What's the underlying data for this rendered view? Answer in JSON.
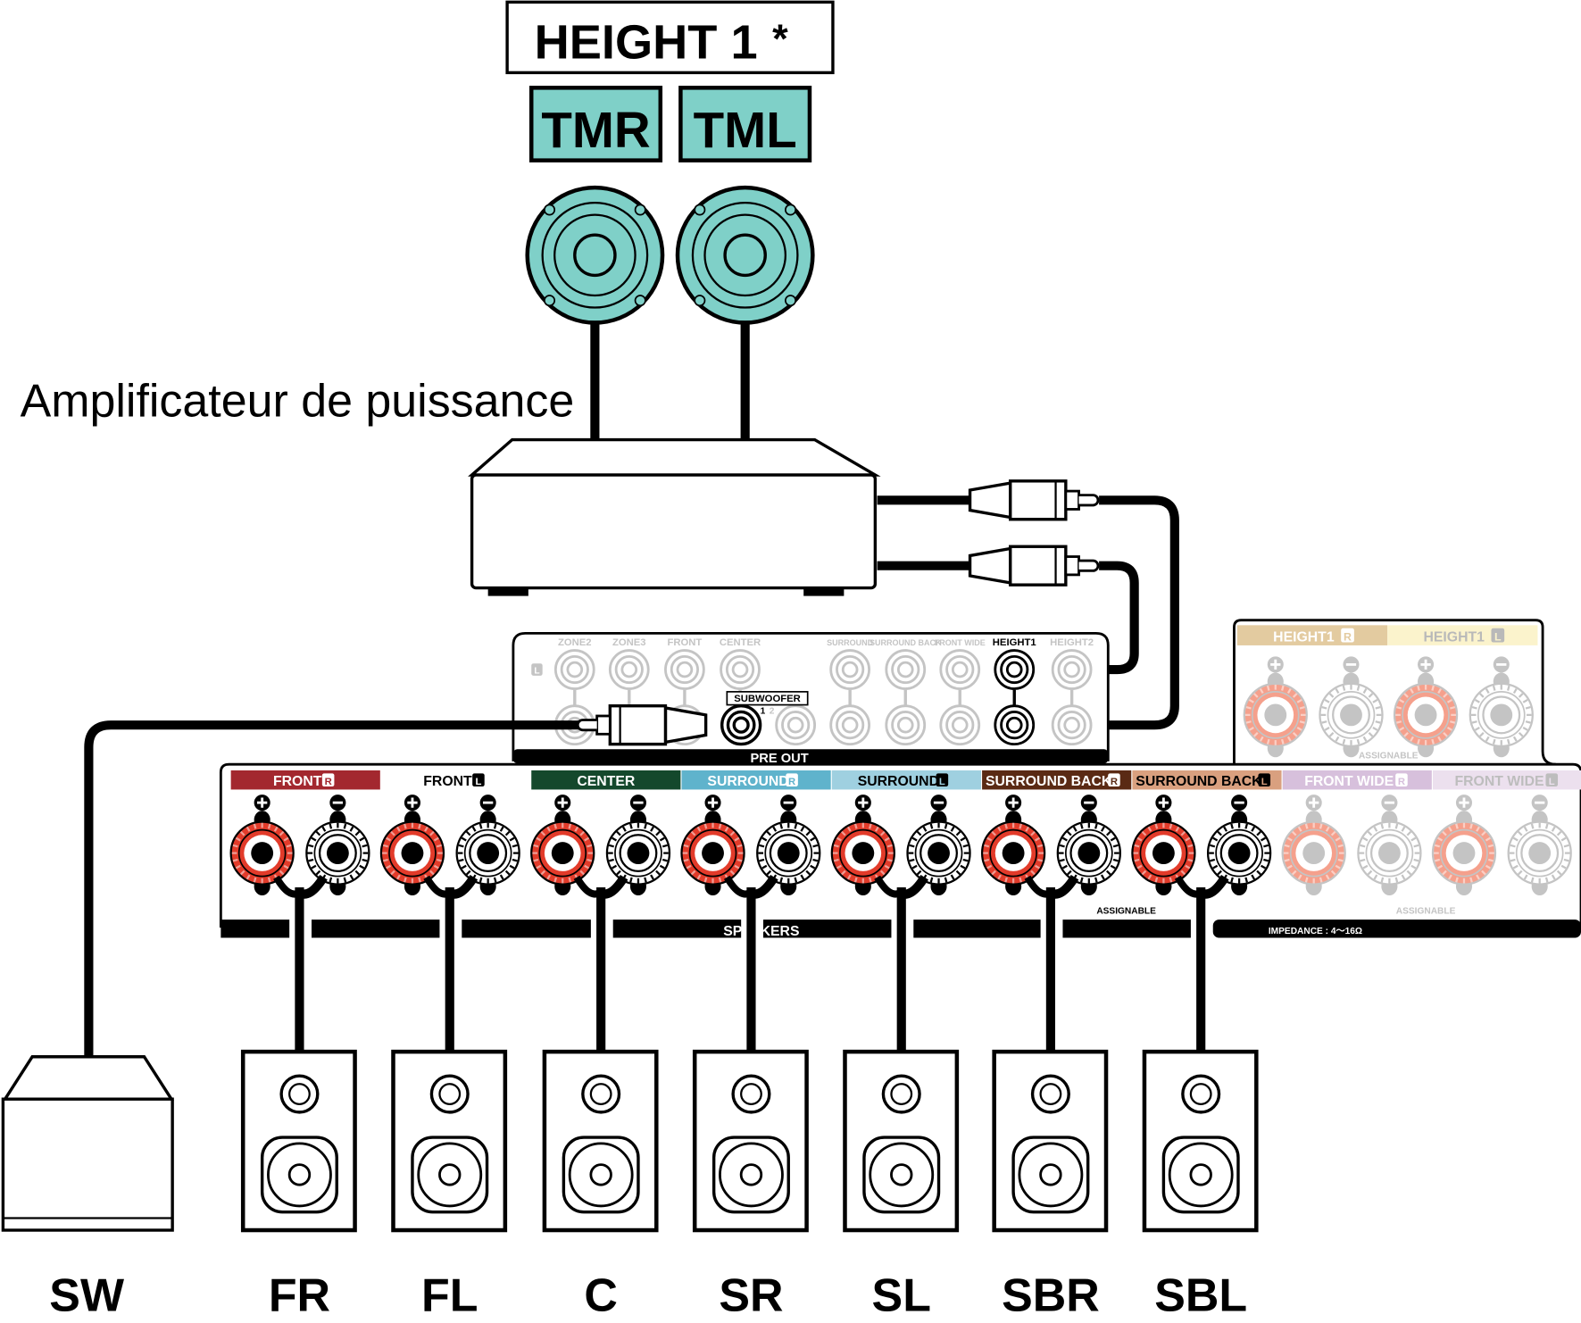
{
  "top_label": "HEIGHT 1",
  "top_label_mark": "*",
  "height_speakers": [
    {
      "label": "TMR"
    },
    {
      "label": "TML"
    }
  ],
  "amp_label": "Amplificateur de puissance",
  "pre_out": {
    "title": "PRE OUT",
    "channel_mark": "L",
    "columns": [
      "ZONE2",
      "ZONE3",
      "FRONT",
      "CENTER",
      "SURROUND",
      "SURROUND BACK",
      "FRONT WIDE",
      "HEIGHT1",
      "HEIGHT2"
    ],
    "active_column": "HEIGHT1",
    "subwoofer_label": "SUBWOOFER",
    "subwoofer_numbers": [
      "1",
      "2"
    ]
  },
  "height1_panel": {
    "labels": [
      {
        "text": "HEIGHT1",
        "ch": "R",
        "bg": "#e3cba0",
        "fg": "#ffffff"
      },
      {
        "text": "HEIGHT1",
        "ch": "L",
        "bg": "#fbf3cc",
        "fg": "#b9b9b9"
      }
    ],
    "assignable": "ASSIGNABLE"
  },
  "speakers_panel": {
    "title_left": "SP",
    "title_right": "KERS",
    "assignable_1": "ASSIGNABLE",
    "assignable_2": "ASSIGNABLE",
    "impedance": "IMPEDANCE : 4～16Ω",
    "channels": [
      {
        "text": "FRONT",
        "ch": "R",
        "bg": "#a3282f",
        "fg": "#ffffff",
        "active": true
      },
      {
        "text": "FRONT",
        "ch": "L",
        "bg": "#ffffff",
        "fg": "#000000",
        "active": true
      },
      {
        "text": "CENTER",
        "ch": "",
        "bg": "#14482c",
        "fg": "#ffffff",
        "active": true
      },
      {
        "text": "SURROUND",
        "ch": "R",
        "bg": "#5fb3cc",
        "fg": "#ffffff",
        "active": true
      },
      {
        "text": "SURROUND",
        "ch": "L",
        "bg": "#9fd0e0",
        "fg": "#000000",
        "active": true
      },
      {
        "text": "SURROUND BACK",
        "ch": "R",
        "bg": "#5a2a14",
        "fg": "#ffffff",
        "active": true
      },
      {
        "text": "SURROUND BACK",
        "ch": "L",
        "bg": "#d9a07f",
        "fg": "#000000",
        "active": true
      },
      {
        "text": "FRONT WIDE",
        "ch": "R",
        "bg": "#d7c0dc",
        "fg": "#ffffff",
        "active": false
      },
      {
        "text": "FRONT WIDE",
        "ch": "L",
        "bg": "#ece0ee",
        "fg": "#bdbdbd",
        "active": false
      }
    ]
  },
  "bottom_speakers": [
    "SW",
    "FR",
    "FL",
    "C",
    "SR",
    "SL",
    "SBR",
    "SBL"
  ],
  "colors": {
    "teal": "#7fd0c8",
    "terminal_red": "#e23b2a",
    "terminal_faded": "#f5a08c",
    "gray": "#c4c4c4"
  }
}
